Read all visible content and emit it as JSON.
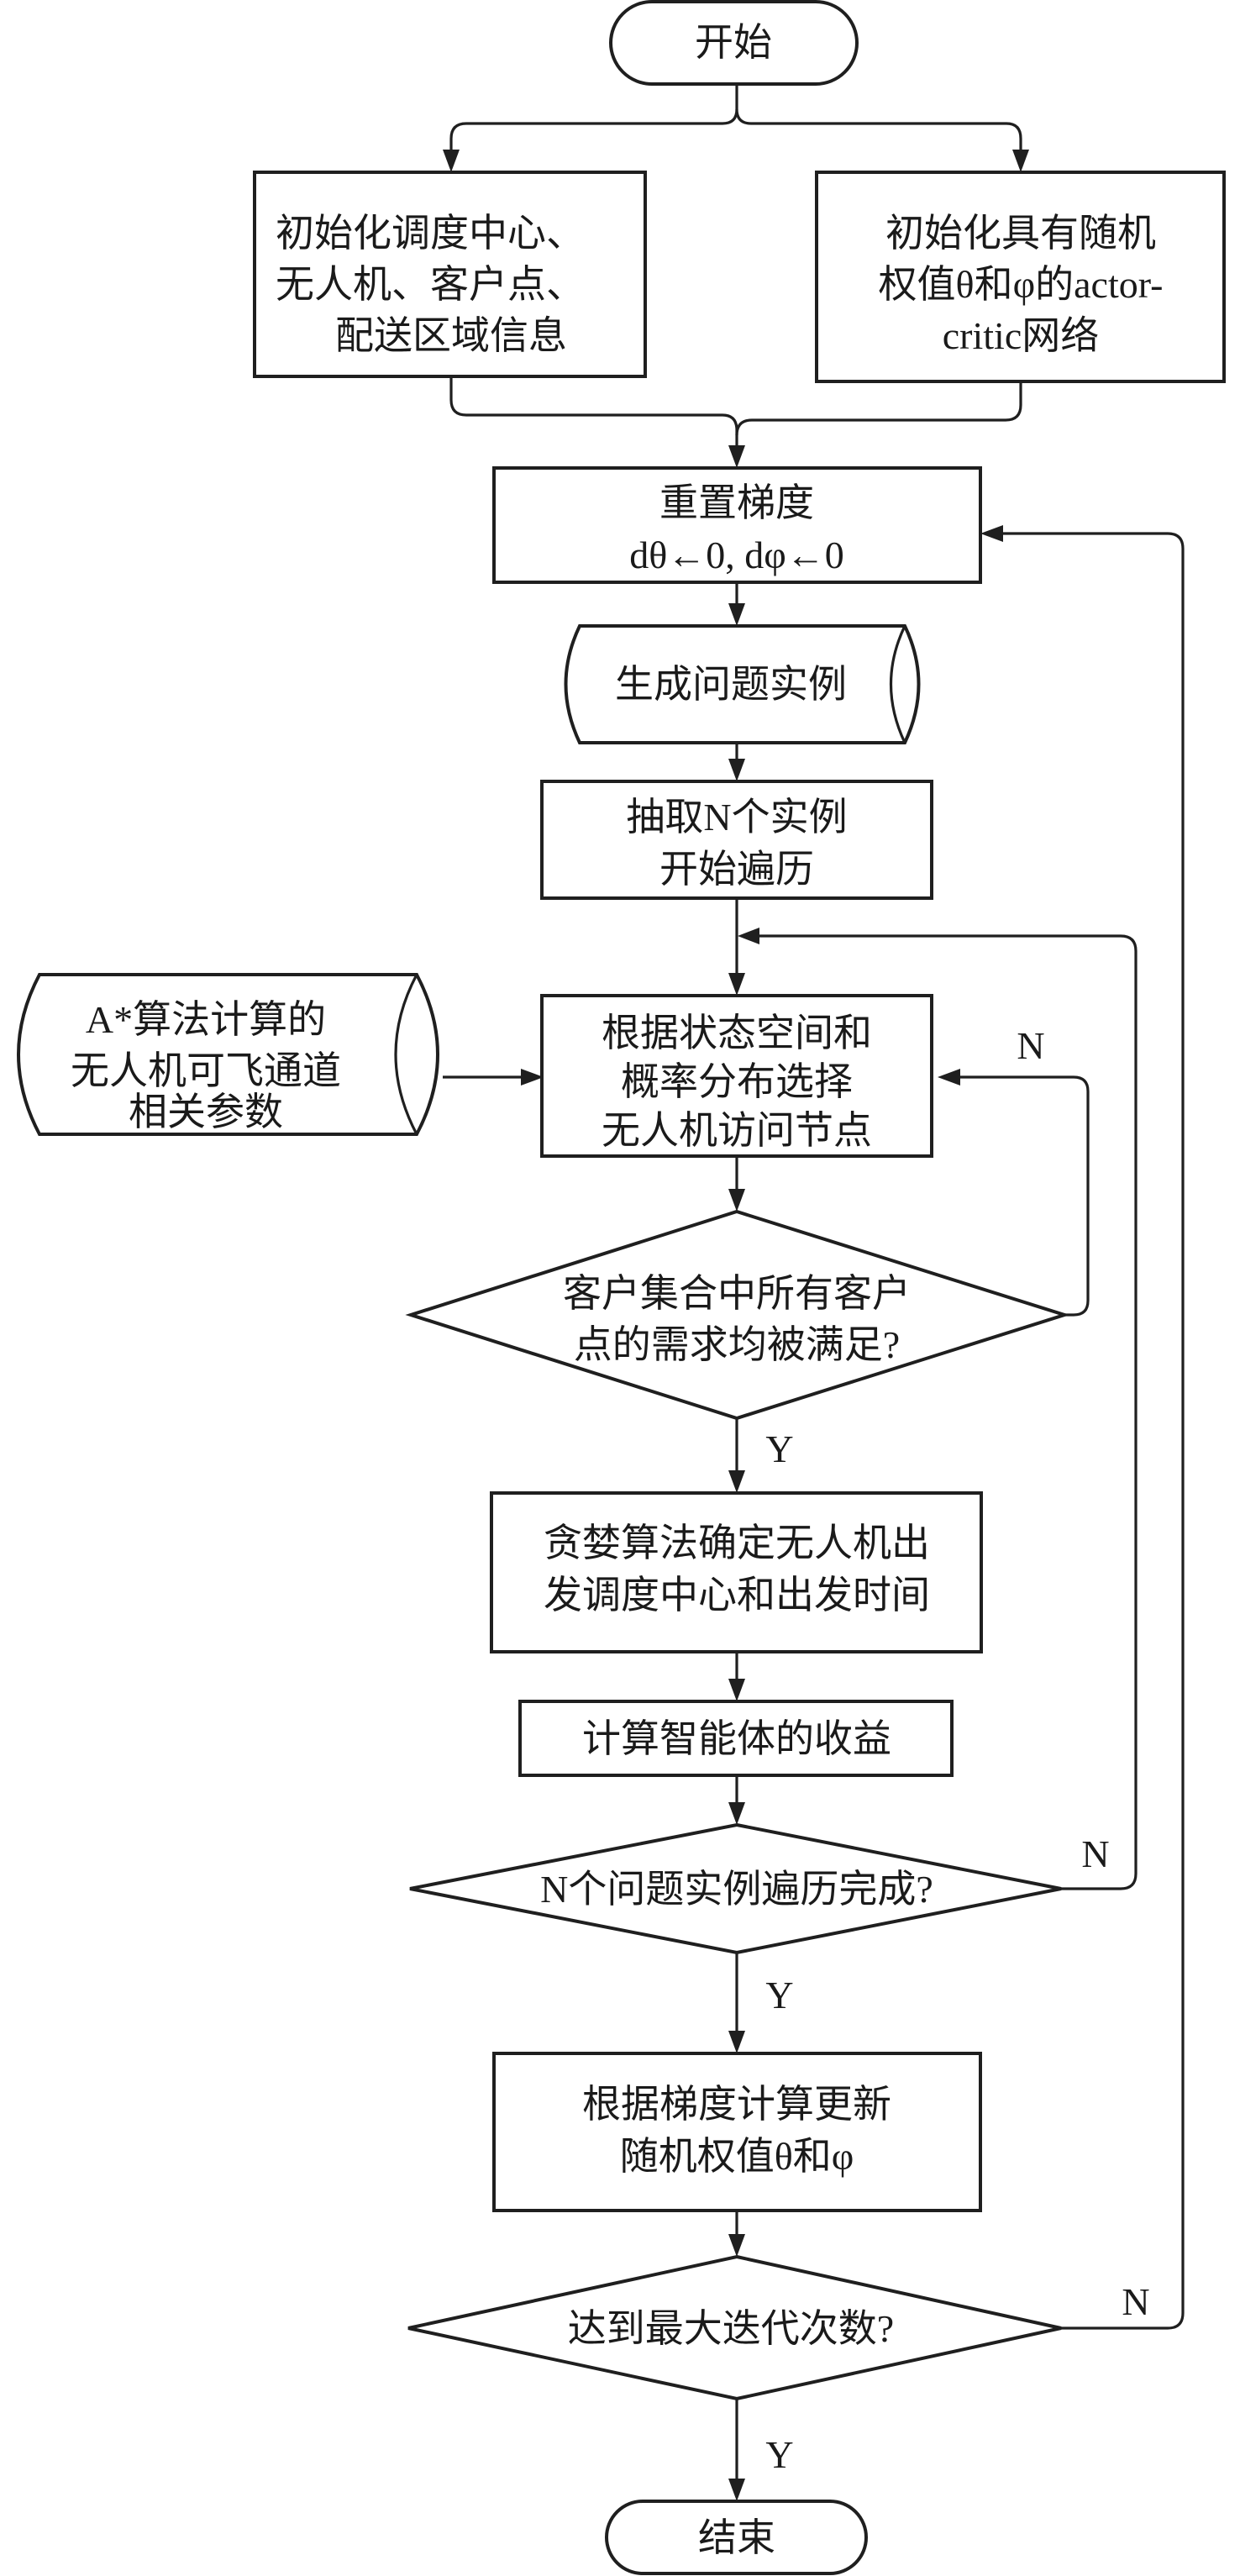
{
  "title": "无人机配送调度 actor-critic 训练流程图",
  "colors": {
    "stroke": "#1f1f1f",
    "fill": "#ffffff",
    "text": "#1a1a1a"
  },
  "nodes": {
    "start": {
      "type": "terminal",
      "lines": [
        "开始"
      ]
    },
    "init_env": {
      "type": "process",
      "lines": [
        "初始化调度中心、",
        "无人机、客户点、",
        "配送区域信息"
      ]
    },
    "init_net": {
      "type": "process",
      "lines": [
        "初始化具有随机",
        "权值θ和φ的actor-",
        "critic网络"
      ]
    },
    "reset_grad": {
      "type": "process",
      "lines": [
        "重置梯度",
        "dθ←0, dφ←0"
      ]
    },
    "gen_inst": {
      "type": "data",
      "lines": [
        "生成问题实例"
      ]
    },
    "sample_n": {
      "type": "process",
      "lines": [
        "抽取N个实例",
        "开始遍历"
      ]
    },
    "astar": {
      "type": "data",
      "lines": [
        "A*算法计算的",
        "无人机可飞通道",
        "相关参数"
      ]
    },
    "select_node": {
      "type": "process",
      "lines": [
        "根据状态空间和",
        "概率分布选择",
        "无人机访问节点"
      ]
    },
    "dec_demand": {
      "type": "decision",
      "lines": [
        "客户集合中所有客户",
        "点的需求均被满足?"
      ]
    },
    "greedy": {
      "type": "process",
      "lines": [
        "贪婪算法确定无人机出",
        "发调度中心和出发时间"
      ]
    },
    "reward": {
      "type": "process",
      "lines": [
        "计算智能体的收益"
      ]
    },
    "dec_n_done": {
      "type": "decision",
      "lines": [
        "N个问题实例遍历完成?"
      ]
    },
    "update": {
      "type": "process",
      "lines": [
        "根据梯度计算更新",
        "随机权值θ和φ"
      ]
    },
    "dec_max_it": {
      "type": "decision",
      "lines": [
        "达到最大迭代次数?"
      ]
    },
    "end": {
      "type": "terminal",
      "lines": [
        "结束"
      ]
    }
  },
  "edge_labels": {
    "demand_no": "N",
    "demand_yes": "Y",
    "n_done_no": "N",
    "n_done_yes": "Y",
    "max_it_no": "N",
    "max_it_yes": "Y"
  }
}
